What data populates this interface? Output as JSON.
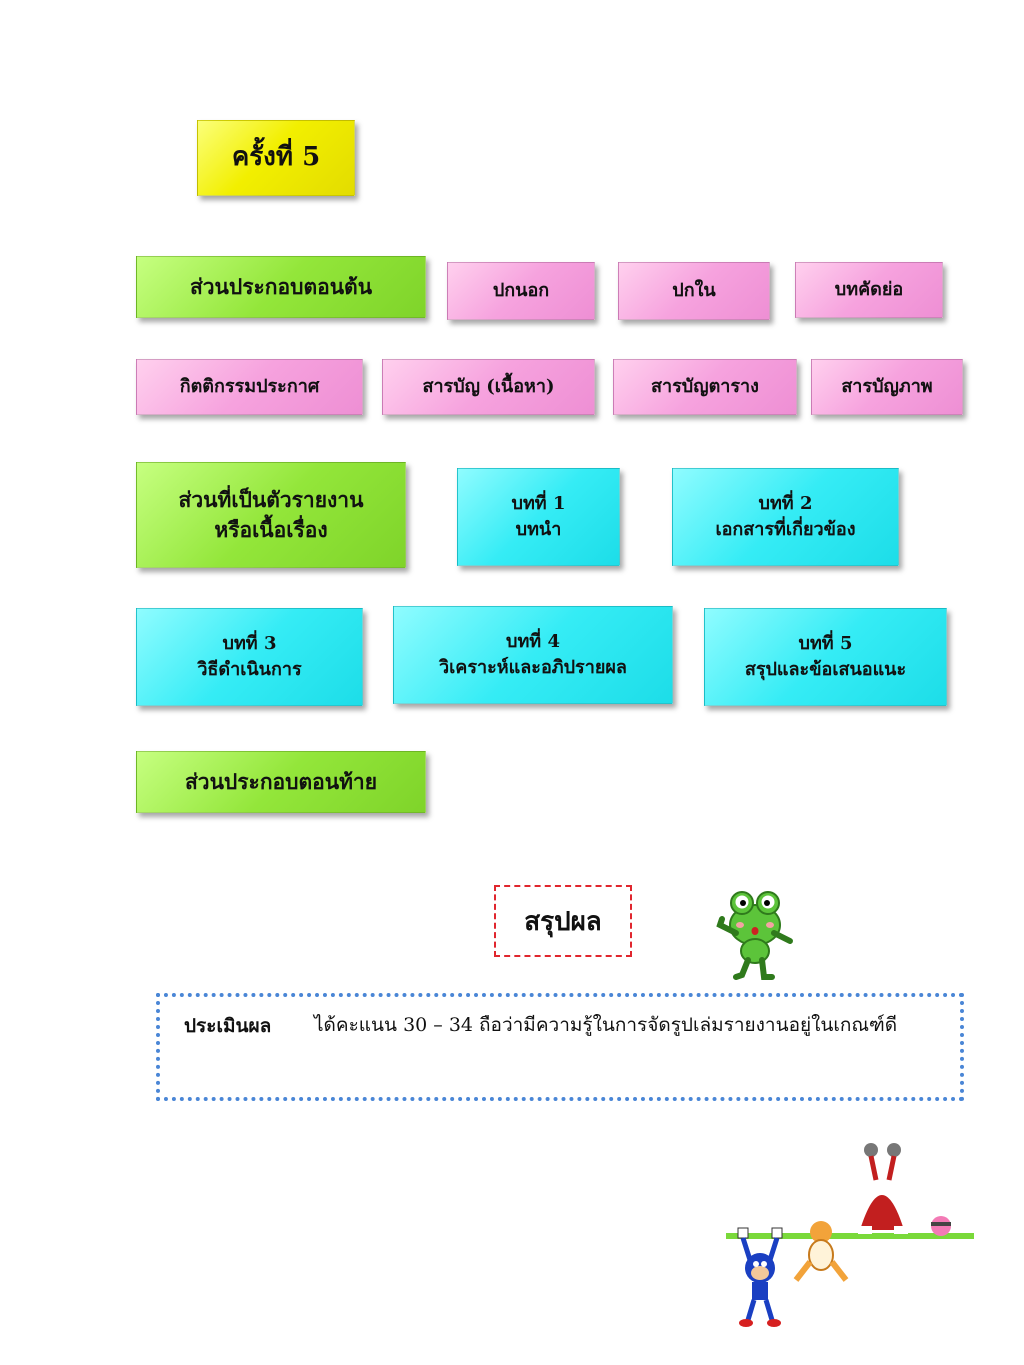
{
  "session_label": "ครั้งที่ 5",
  "sections": {
    "front": {
      "heading": "ส่วนประกอบตอนต้น",
      "items": [
        "ปกนอก",
        "ปกใน",
        "บทคัดย่อ",
        "กิตติกรรมประกาศ",
        "สารบัญ (เนื้อหา)",
        "สารบัญตาราง",
        "สารบัญภาพ"
      ]
    },
    "body": {
      "heading": "ส่วนที่เป็นตัวรายงาน\nหรือเนื้อเรื่อง",
      "chapters": [
        "บทที่  1\nบทนำ",
        "บทที่  2\nเอกสารที่เกี่ยวข้อง",
        "บทที่  3\nวิธีดำเนินการ",
        "บทที่  4\nวิเคราะห์และอภิปรายผล",
        "บทที่  5\nสรุปและข้อเสนอแนะ"
      ]
    },
    "back": {
      "heading": "ส่วนประกอบตอนท้าย"
    }
  },
  "summary": {
    "title": "สรุปผล",
    "label": "ประเมินผล",
    "text": "ได้คะแนน  30 – 34  ถือว่ามีความรู้ในการจัดรูปเล่มรายงานอยู่ในเกณฑ์ดี"
  },
  "colors": {
    "yellow": "#f2ef00",
    "green": "#93e63a",
    "pink": "#f6a2de",
    "cyan": "#35ecf5",
    "dash_red": "#e0262e",
    "dot_blue": "#4a86d6"
  },
  "icons": [
    "frog-cartoon-icon",
    "hanging-characters-icon"
  ]
}
